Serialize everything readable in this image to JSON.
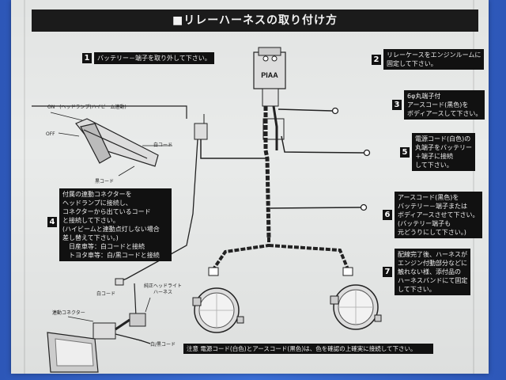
{
  "title": "■リレーハーネスの取り付け方",
  "relay_label": "PIAA",
  "steps": [
    {
      "num": "1",
      "text": "バッテリー－端子を取り外して下さい。"
    },
    {
      "num": "2",
      "lines": [
        "リレーケースをエンジンルームに",
        "固定して下さい。"
      ]
    },
    {
      "num": "3",
      "lines": [
        "6φ丸端子付",
        "アースコード(黒色)を",
        "ボディアースして下さい。"
      ]
    },
    {
      "num": "4",
      "lines": [
        "付属の連動コネクターを",
        "ヘッドランプに接続し、",
        "コネクターから出ているコード",
        "と接続して下さい。",
        "(ハイビームと連動点灯しない場合",
        "差し替えて下さい。)",
        "　日産車等：白コードと接続",
        "　トヨタ車等：白/黒コードと接続"
      ]
    },
    {
      "num": "5",
      "lines": [
        "電源コード(白色)の",
        "丸端子をバッテリー",
        "＋端子に接続",
        "して下さい。"
      ]
    },
    {
      "num": "6",
      "lines": [
        "アースコード(黒色)を",
        "バッテリー－端子または",
        "ボディアースさせて下さい。",
        "(バッテリー端子も",
        "元どうりにして下さい。)"
      ]
    },
    {
      "num": "7",
      "lines": [
        "配線完了後、ハーネスが",
        "エンジン付動部分などに",
        "触れない様、添付品の",
        "ハーネスバンドにて固定",
        "して下さい。"
      ]
    }
  ],
  "labels": {
    "on": "ON　(ヘッドランプ(ハイビーム連動)",
    "off": "OFF",
    "white_cord_a": "白コード",
    "black_cord": "黒コード",
    "white_cord_b": "白コード",
    "stock_harness_a": "純正ヘッドライト",
    "stock_harness_b": "ハーネス",
    "connector": "連動コネクター",
    "white_black_cord": "白/黒コード"
  },
  "caution": "注意  電源コード(白色)とアースコード(黒色)は、色を確認の上確実に接続して下さい。"
}
